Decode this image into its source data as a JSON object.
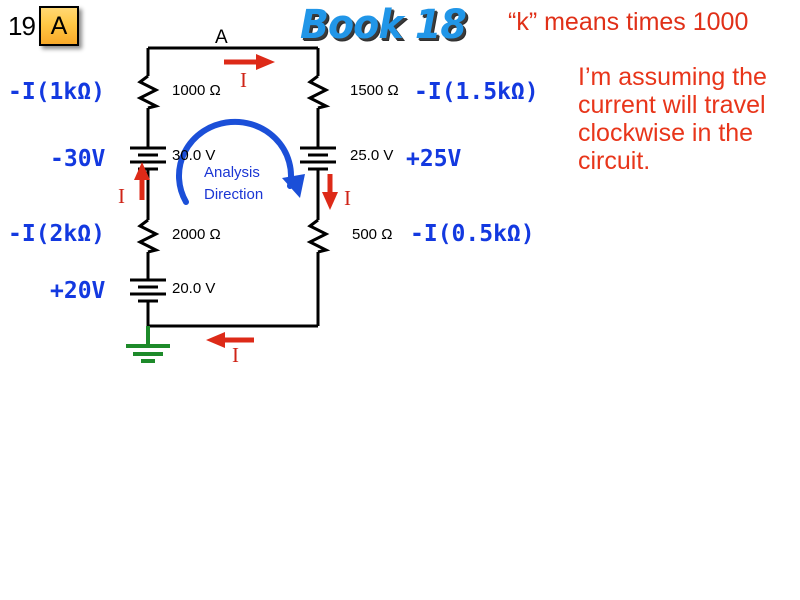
{
  "slide": {
    "number": "19",
    "letter": "A",
    "badge_color": "#ffc845"
  },
  "title": {
    "text": "Book 18",
    "color": "#2196e8"
  },
  "notes": {
    "k_meaning": "“k” means times 1000",
    "assumption": "I’m assuming the current will travel clockwise in the circuit.",
    "note_color": "#e03018"
  },
  "circuit": {
    "node_label": "A",
    "analysis_direction": {
      "line1": "Analysis",
      "line2": "Direction",
      "color": "#1b36d4"
    },
    "current_symbol": "I",
    "current_color": "#cf2417",
    "wire_color": "#000000",
    "ground_color": "#1d8a2a",
    "left_branch": {
      "resistor_top": {
        "value": "1000 Ω",
        "term": "-I(1kΩ)"
      },
      "battery_top": {
        "value": "30.0 V",
        "term": "-30V"
      },
      "resistor_bottom": {
        "value": "2000 Ω",
        "term": "-I(2kΩ)"
      },
      "battery_bottom": {
        "value": "20.0 V",
        "term": "+20V"
      }
    },
    "right_branch": {
      "resistor_top": {
        "value": "1500 Ω",
        "term": "-I(1.5kΩ)"
      },
      "battery": {
        "value": "25.0 V",
        "term": "+25V"
      },
      "resistor_bottom": {
        "value": "500 Ω",
        "term": "-I(0.5kΩ)"
      }
    }
  }
}
